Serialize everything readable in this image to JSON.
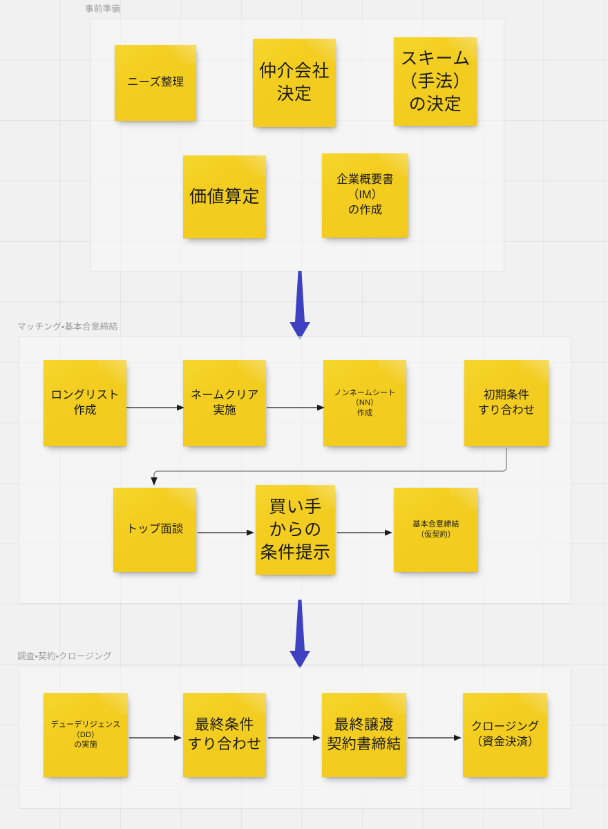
{
  "board": {
    "background_color": "#f1f1f1",
    "grid_color": "#e6e6e6",
    "note_color": "#f3cd20",
    "note_text_color": "#1b1b1b",
    "flow_arrow_color": "#3d40c0",
    "connector_color": "#585858",
    "section_label_color": "#9a9a9a"
  },
  "sections": [
    {
      "id": "prep",
      "label": "事前準備"
    },
    {
      "id": "matching",
      "label": "マッチング・基本合意締結"
    },
    {
      "id": "closing",
      "label": "調査・契約・クロージング"
    }
  ],
  "notes": {
    "prep": [
      {
        "id": "needs",
        "text": "ニーズ整理"
      },
      {
        "id": "broker",
        "text": "仲介会社\n決定"
      },
      {
        "id": "scheme",
        "text": "スキーム\n（手法）\nの決定"
      },
      {
        "id": "value",
        "text": "価値算定"
      },
      {
        "id": "im",
        "text": "企業概要書\n（IM）\nの作成"
      }
    ],
    "matching": [
      {
        "id": "longlist",
        "text": "ロングリスト\n作成"
      },
      {
        "id": "nameclear",
        "text": "ネームクリア\n実施"
      },
      {
        "id": "nonname",
        "text": "ノンネームシート\n（NN）\n作成"
      },
      {
        "id": "initial",
        "text": "初期条件\nすり合わせ"
      },
      {
        "id": "topmeet",
        "text": "トップ面談"
      },
      {
        "id": "buyerterms",
        "text": "買い手\nからの\n条件提示"
      },
      {
        "id": "loi",
        "text": "基本合意締結\n（仮契約）"
      }
    ],
    "closing": [
      {
        "id": "dd",
        "text": "デューデリジェンス\n（DD）\nの実施"
      },
      {
        "id": "finalterms",
        "text": "最終条件\nすり合わせ"
      },
      {
        "id": "spa",
        "text": "最終譲渡\n契約書締結"
      },
      {
        "id": "close",
        "text": "クロージング\n（資金決済）"
      }
    ]
  },
  "flow": {
    "stage_arrows": [
      {
        "id": "prep-to-matching",
        "direction": "down"
      },
      {
        "id": "matching-to-closing",
        "direction": "down"
      }
    ],
    "connectors": [
      {
        "id": "longlist-to-nameclear",
        "from": "longlist",
        "to": "nameclear",
        "kind": "straight"
      },
      {
        "id": "nameclear-to-nonname",
        "from": "nameclear",
        "to": "nonname",
        "kind": "straight"
      },
      {
        "id": "initial-to-topmeet",
        "from": "initial",
        "to": "topmeet",
        "kind": "elbow"
      },
      {
        "id": "topmeet-to-buyerterms",
        "from": "topmeet",
        "to": "buyerterms",
        "kind": "straight"
      },
      {
        "id": "buyerterms-to-loi",
        "from": "buyerterms",
        "to": "loi",
        "kind": "straight"
      },
      {
        "id": "dd-to-finalterms",
        "from": "dd",
        "to": "finalterms",
        "kind": "straight"
      },
      {
        "id": "finalterms-to-spa",
        "from": "finalterms",
        "to": "spa",
        "kind": "straight"
      },
      {
        "id": "spa-to-close",
        "from": "spa",
        "to": "close",
        "kind": "straight"
      }
    ]
  }
}
